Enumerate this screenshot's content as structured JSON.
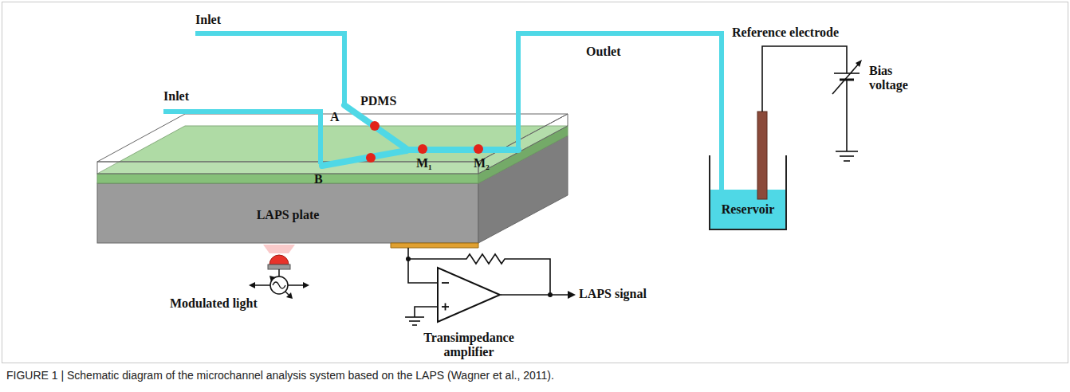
{
  "diagram": {
    "caption": "FIGURE 1 | Schematic diagram of the microchannel analysis system based on the LAPS (Wagner et al., 2011).",
    "nodes": [
      {
        "text": [
          "LAPS plate"
        ]
      },
      {
        "text": [
          "Reservoir"
        ]
      },
      {
        "text": [
          "Transimpedance amplifier"
        ]
      }
    ],
    "edges": [
      {
        "from": 0,
        "to": 2,
        "arrow": "none"
      }
    ],
    "labels": [
      "Inlet",
      "Outlet",
      "Reference electrode",
      "Bias voltage",
      "Inlet",
      "PDMS",
      "A",
      "B",
      "M₁",
      "M₂",
      "Modulated light",
      "LAPS signal"
    ]
  }
}
